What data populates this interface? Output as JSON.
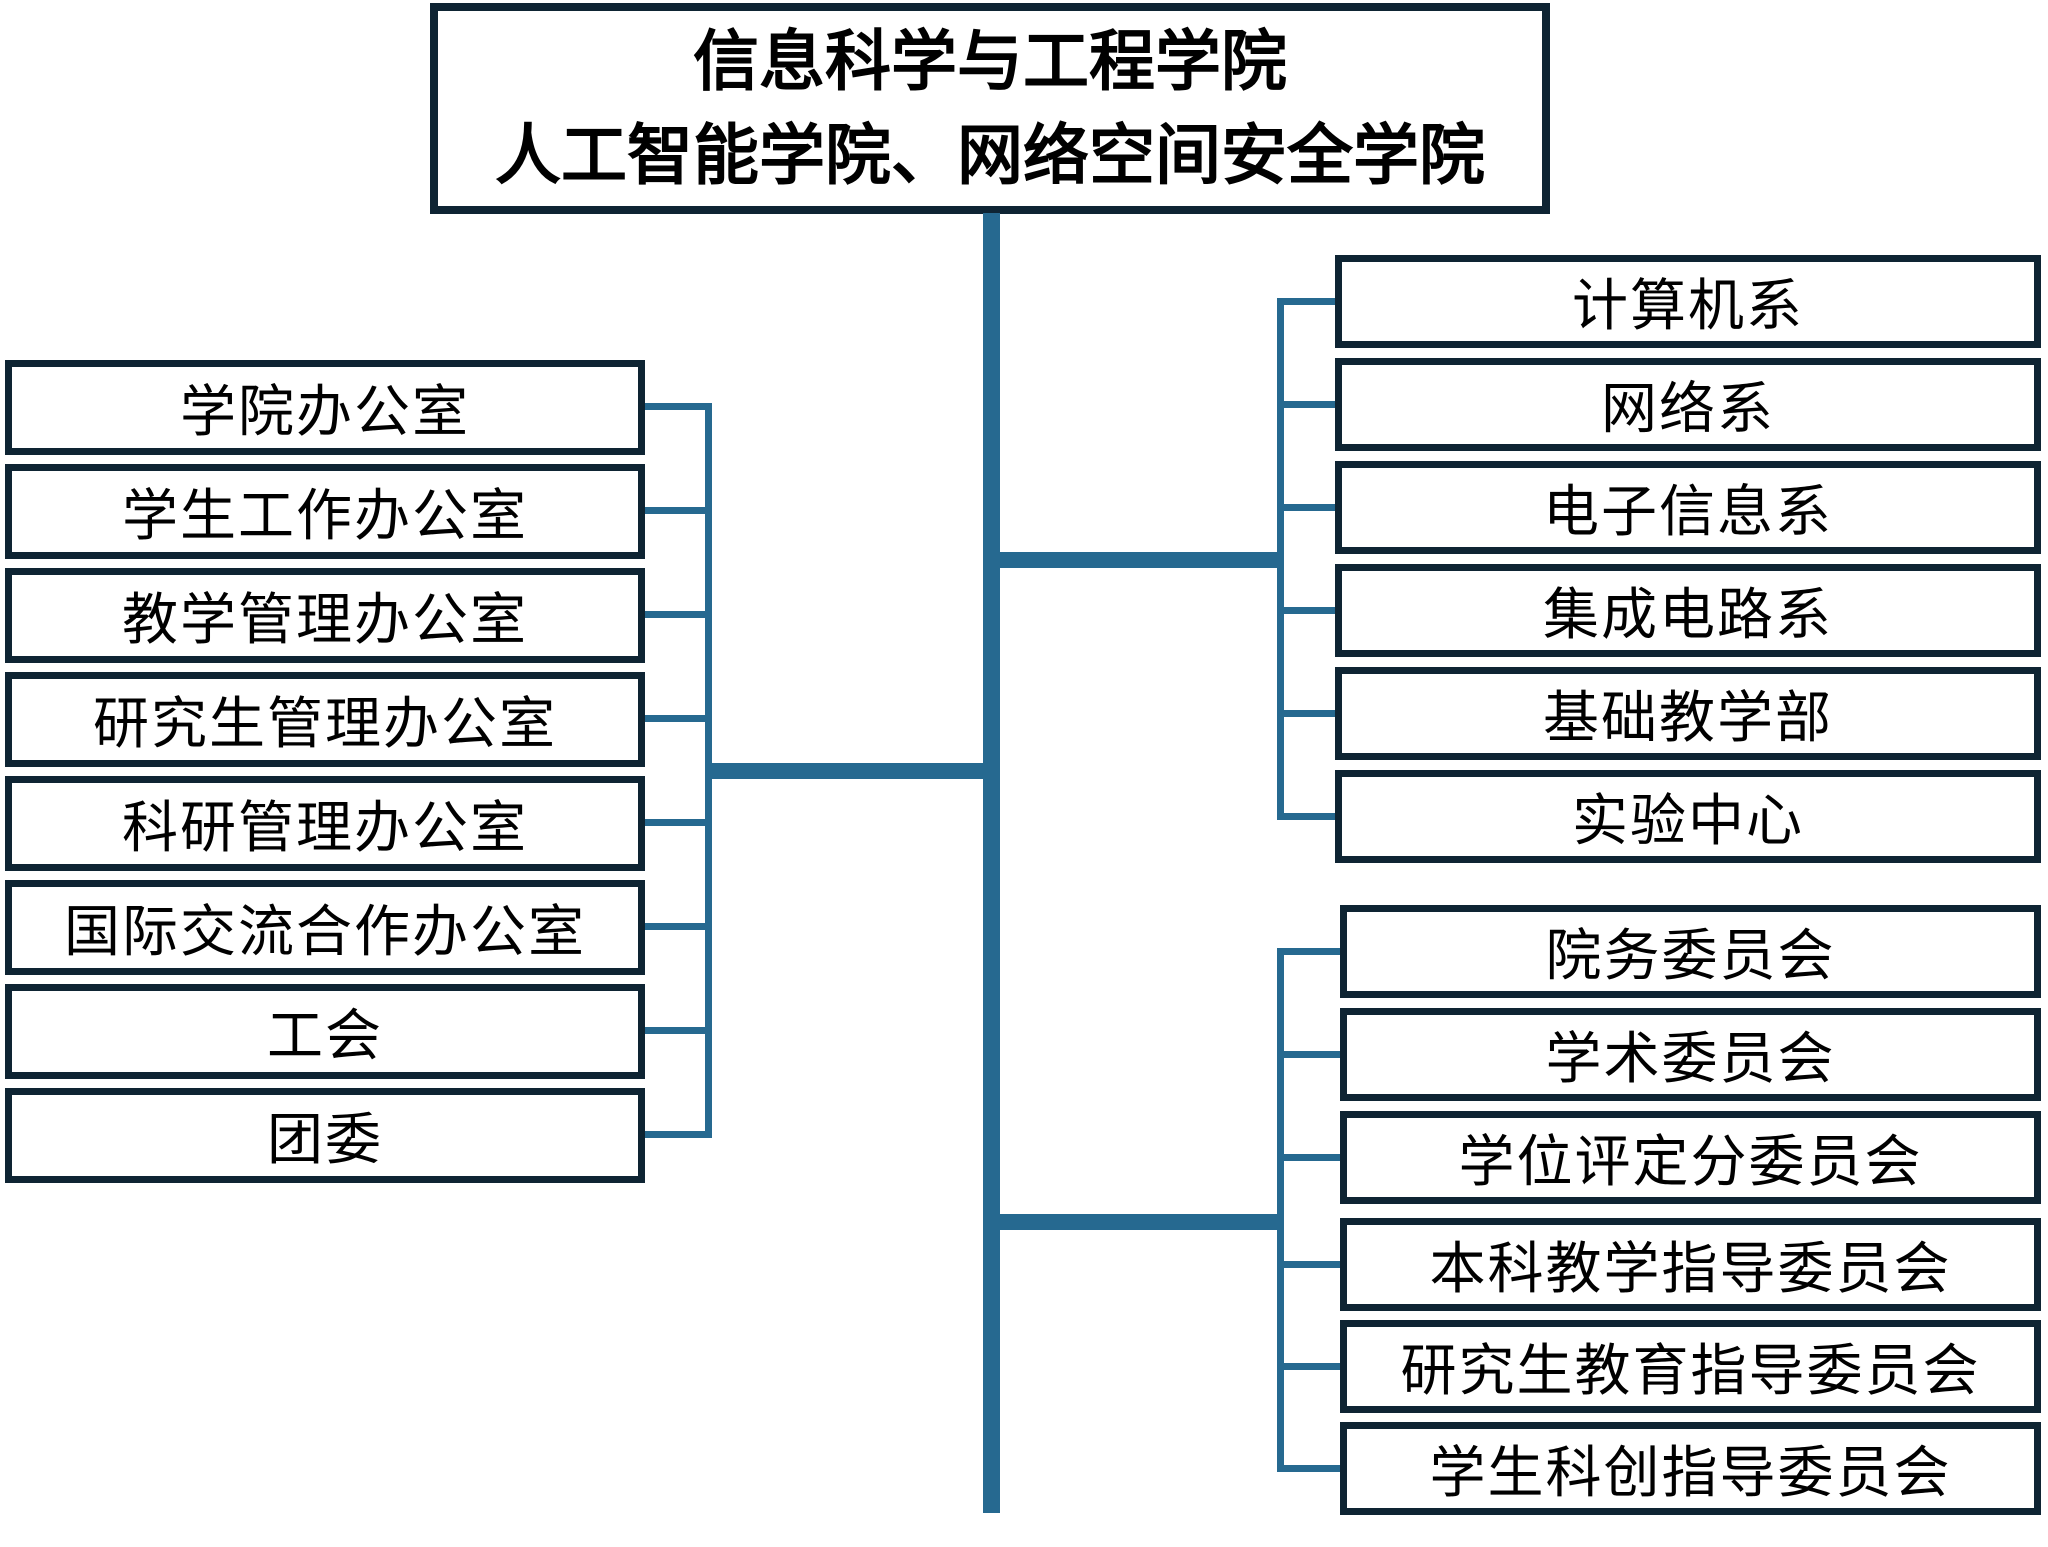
{
  "title": {
    "line1": "信息科学与工程学院",
    "line2": "人工智能学院、网络空间安全学院"
  },
  "left_group": {
    "items": [
      "学院办公室",
      "学生工作办公室",
      "教学管理办公室",
      "研究生管理办公室",
      "科研管理办公室",
      "国际交流合作办公室",
      "工会",
      "团委"
    ]
  },
  "departments_group": {
    "items": [
      "计算机系",
      "网络系",
      "电子信息系",
      "集成电路系",
      "基础教学部",
      "实验中心"
    ]
  },
  "committees_group": {
    "items": [
      "院务委员会",
      "学术委员会",
      "学位评定分委员会",
      "本科教学指导委员会",
      "研究生教育指导委员会",
      "学生科创指导委员会"
    ]
  },
  "colors": {
    "connector": "#266990",
    "box_border": "#0e2433",
    "text": "#000000",
    "background": "#ffffff"
  }
}
